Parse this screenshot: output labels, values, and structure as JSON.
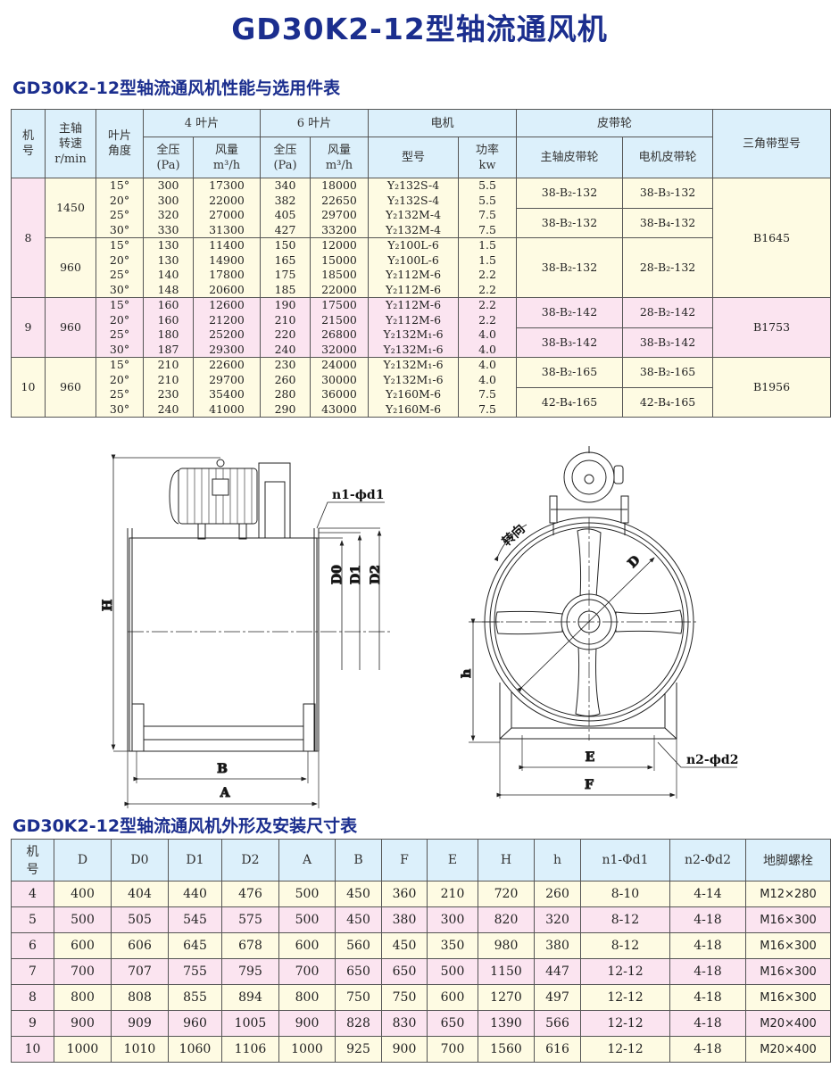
{
  "title": "GD30K2-12型轴流通风机",
  "performance_table": {
    "title": "GD30K2-12型轴流通风机性能与选用件表",
    "headers": {
      "no": "机号",
      "speed": "主轴转速r/min",
      "speed_lines": [
        "主轴",
        "转速",
        "r/min"
      ],
      "angle_lines": [
        "叶片",
        "角度"
      ],
      "blade4": "4 叶片",
      "blade6": "6 叶片",
      "motor": "电机",
      "pulley": "皮带轮",
      "vbelt": "三角带型号",
      "pressure_lines": [
        "全压",
        "(Pa)"
      ],
      "flow_lines": [
        "风量",
        "m³/h"
      ],
      "motor_model": "型号",
      "power_lines": [
        "功率",
        "kw"
      ],
      "main_pulley": "主轴皮带轮",
      "motor_pulley": "电机皮带轮"
    },
    "groups": [
      {
        "no": "8",
        "vbelt": "B1645",
        "no_color": "pink",
        "subgroups": [
          {
            "speed": "1450",
            "color": "yellow",
            "rows": [
              [
                "15°",
                "300",
                "17300",
                "340",
                "18000",
                "Y₂132S-4",
                "5.5"
              ],
              [
                "20°",
                "300",
                "22000",
                "382",
                "22650",
                "Y₂132S-4",
                "5.5"
              ],
              [
                "25°",
                "320",
                "27000",
                "405",
                "29700",
                "Y₂132M-4",
                "7.5"
              ],
              [
                "30°",
                "330",
                "31300",
                "427",
                "33200",
                "Y₂132M-4",
                "7.5"
              ]
            ],
            "pulleys": [
              [
                "38-B₂-132",
                "38-B₃-132"
              ],
              [
                "38-B₂-132",
                "38-B₄-132"
              ]
            ]
          },
          {
            "speed": "960",
            "color": "yellow",
            "rows": [
              [
                "15°",
                "130",
                "11400",
                "150",
                "12000",
                "Y₂100L-6",
                "1.5"
              ],
              [
                "20°",
                "130",
                "14900",
                "165",
                "15000",
                "Y₂100L-6",
                "1.5"
              ],
              [
                "25°",
                "140",
                "17800",
                "175",
                "18500",
                "Y₂112M-6",
                "2.2"
              ],
              [
                "30°",
                "148",
                "20600",
                "185",
                "22000",
                "Y₂112M-6",
                "2.2"
              ]
            ],
            "pulleys": [
              [
                "38-B₂-132",
                "28-B₂-132"
              ]
            ]
          }
        ]
      },
      {
        "no": "9",
        "vbelt": "B1753",
        "no_color": "pink",
        "subgroups": [
          {
            "speed": "960",
            "color": "pink",
            "rows": [
              [
                "15°",
                "160",
                "12600",
                "190",
                "17500",
                "Y₂112M-6",
                "2.2"
              ],
              [
                "20°",
                "160",
                "21200",
                "210",
                "21500",
                "Y₂112M-6",
                "2.2"
              ],
              [
                "25°",
                "180",
                "25200",
                "220",
                "26800",
                "Y₂132M₁-6",
                "4.0"
              ],
              [
                "30°",
                "187",
                "29300",
                "240",
                "32000",
                "Y₂132M₁-6",
                "4.0"
              ]
            ],
            "pulleys": [
              [
                "38-B₂-142",
                "28-B₂-142"
              ],
              [
                "38-B₃-142",
                "38-B₃-142"
              ]
            ]
          }
        ]
      },
      {
        "no": "10",
        "vbelt": "B1956",
        "no_color": "yellow",
        "subgroups": [
          {
            "speed": "960",
            "color": "yellow",
            "rows": [
              [
                "15°",
                "210",
                "22600",
                "230",
                "24000",
                "Y₂132M₁-6",
                "4.0"
              ],
              [
                "20°",
                "210",
                "29700",
                "260",
                "30000",
                "Y₂132M₁-6",
                "4.0"
              ],
              [
                "25°",
                "230",
                "35400",
                "280",
                "36000",
                "Y₂160M-6",
                "7.5"
              ],
              [
                "30°",
                "240",
                "41000",
                "290",
                "43000",
                "Y₂160M-6",
                "7.5"
              ]
            ],
            "pulleys": [
              [
                "38-B₂-165",
                "38-B₂-165"
              ],
              [
                "42-B₄-165",
                "42-B₄-165"
              ]
            ]
          }
        ]
      }
    ]
  },
  "side_view": {
    "labels": {
      "H": "H",
      "B": "B",
      "A": "A",
      "D0": "D0",
      "D1": "D1",
      "D2": "D2",
      "n1": "n1-ϕd1"
    }
  },
  "front_view": {
    "labels": {
      "rotation": "转向",
      "D": "D",
      "h": "h",
      "E": "E",
      "F": "F",
      "n2": "n2-ϕd2"
    }
  },
  "dimension_table": {
    "title": "GD30K2-12型轴流通风机外形及安装尺寸表",
    "no_header_lines": [
      "机",
      "号"
    ],
    "headers": [
      "D",
      "D0",
      "D1",
      "D2",
      "A",
      "B",
      "F",
      "E",
      "H",
      "h",
      "n1-Φd1",
      "n2-Φd2",
      "地脚螺栓"
    ],
    "rows": [
      [
        "4",
        "400",
        "404",
        "440",
        "476",
        "500",
        "450",
        "360",
        "210",
        "720",
        "260",
        "8-10",
        "4-14",
        "M12×280"
      ],
      [
        "5",
        "500",
        "505",
        "545",
        "575",
        "500",
        "450",
        "380",
        "300",
        "820",
        "320",
        "8-12",
        "4-18",
        "M16×300"
      ],
      [
        "6",
        "600",
        "606",
        "645",
        "678",
        "600",
        "560",
        "450",
        "350",
        "980",
        "380",
        "8-12",
        "4-18",
        "M16×300"
      ],
      [
        "7",
        "700",
        "707",
        "755",
        "795",
        "700",
        "650",
        "650",
        "500",
        "1150",
        "447",
        "12-12",
        "4-18",
        "M16×300"
      ],
      [
        "8",
        "800",
        "808",
        "855",
        "894",
        "800",
        "750",
        "750",
        "600",
        "1270",
        "497",
        "12-12",
        "4-18",
        "M16×300"
      ],
      [
        "9",
        "900",
        "909",
        "960",
        "1005",
        "900",
        "828",
        "830",
        "650",
        "1390",
        "566",
        "12-12",
        "4-18",
        "M20×400"
      ],
      [
        "10",
        "1000",
        "1010",
        "1060",
        "1106",
        "1000",
        "925",
        "900",
        "700",
        "1560",
        "616",
        "12-12",
        "4-18",
        "M20×400"
      ]
    ]
  },
  "colors": {
    "title": "#1b2e8e",
    "header": "#dcf0fb",
    "yellow": "#fefbe3",
    "pink": "#fbe4f0"
  }
}
